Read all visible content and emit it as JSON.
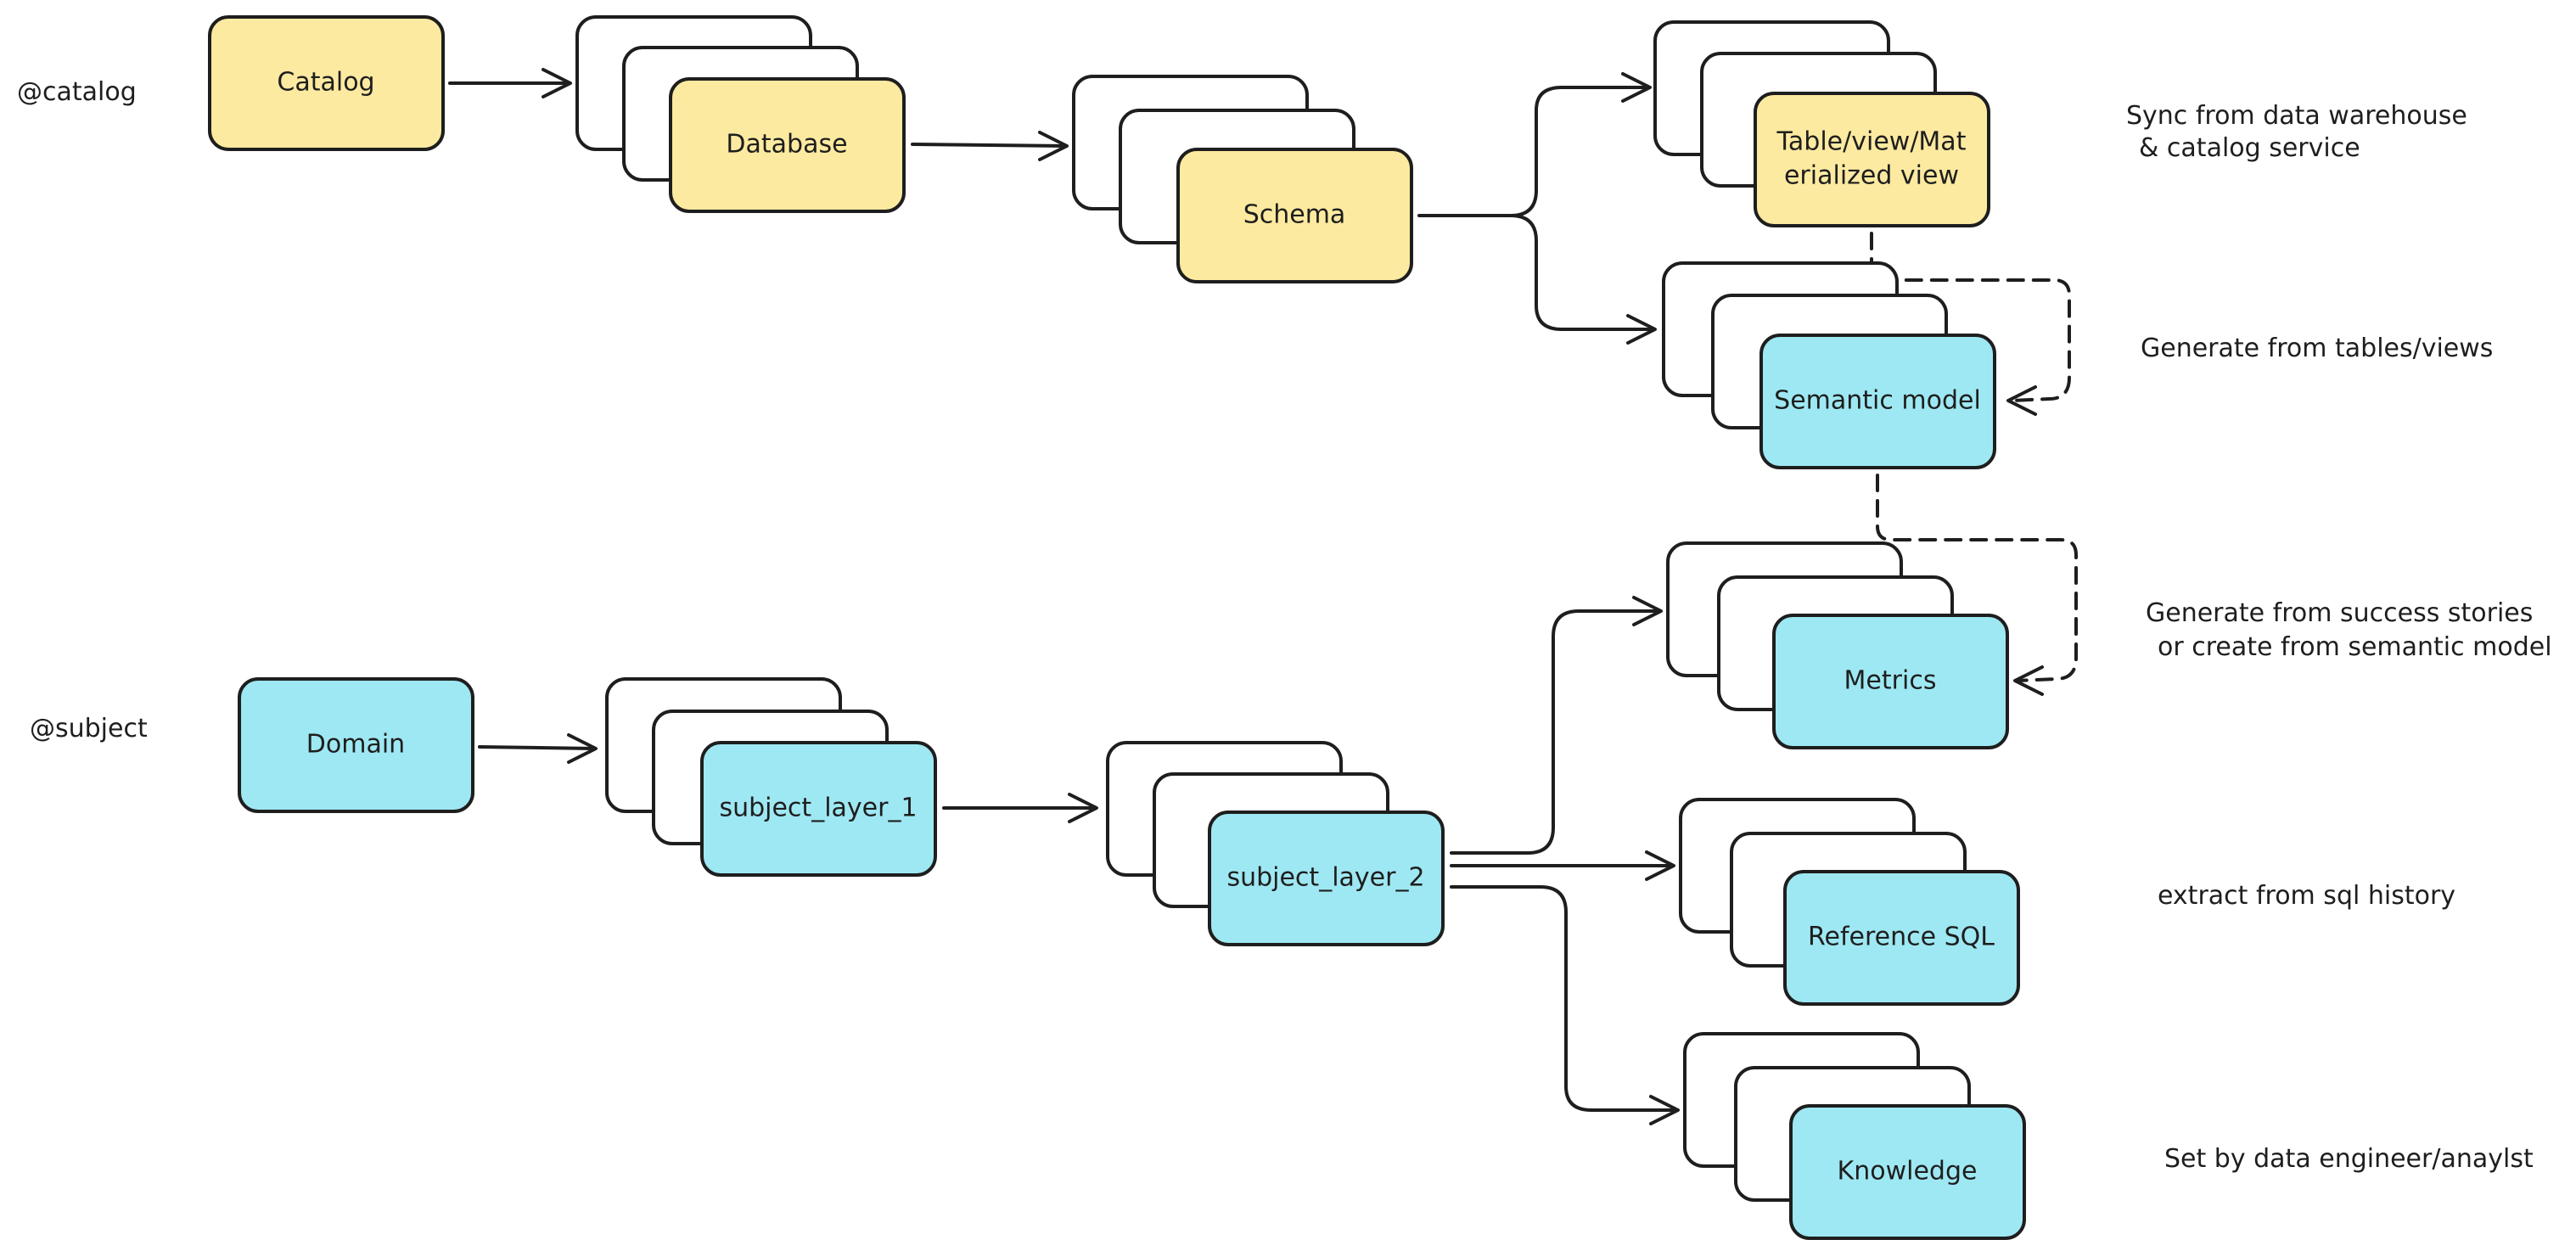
{
  "colors": {
    "catalog_fill": "#fceaa0",
    "subject_fill": "#9ee8f3",
    "stroke": "#1e1e1e",
    "background": "#ffffff"
  },
  "section_labels": {
    "catalog": "@catalog",
    "subject": "@subject"
  },
  "nodes": {
    "catalog": "Catalog",
    "database": "Database",
    "schema": "Schema",
    "table_view_line1": "Table/view/Mat",
    "table_view_line2": "erialized view",
    "semantic_model": "Semantic model",
    "domain": "Domain",
    "subject_layer_1": "subject_layer_1",
    "subject_layer_2": "subject_layer_2",
    "metrics": "Metrics",
    "reference_sql": "Reference SQL",
    "knowledge": "Knowledge"
  },
  "annotations": {
    "sync_line1": "Sync from data warehouse",
    "sync_line2": "& catalog service",
    "generate_tables": "Generate from tables/views",
    "generate_success_line1": "Generate from success stories",
    "generate_success_line2": "or create from semantic model",
    "extract_sql": "extract from sql history",
    "set_by": "Set by data engineer/anaylst"
  }
}
